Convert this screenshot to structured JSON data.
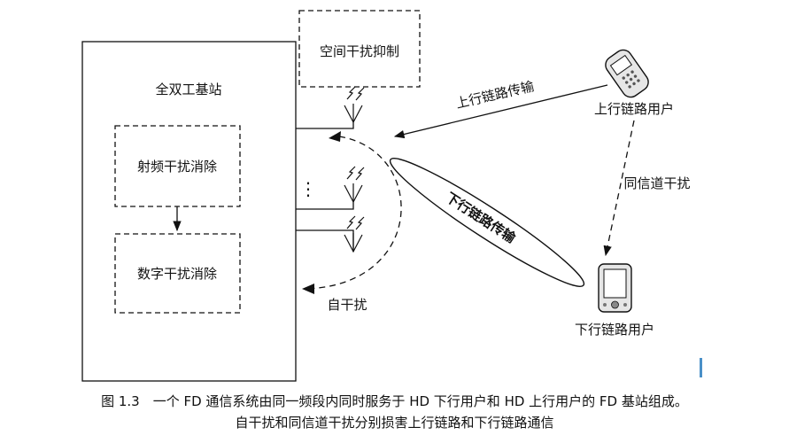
{
  "diagram": {
    "base_station": "全双工基站",
    "rf_cancel": "射频干扰消除",
    "digital_cancel": "数字干扰消除",
    "spatial_suppression": "空间干扰抑制",
    "uplink_transmission": "上行链路传输",
    "uplink_user": "上行链路用户",
    "co_channel_interference": "同信道干扰",
    "downlink_transmission": "下行链路传输",
    "downlink_user": "下行链路用户",
    "self_interference": "自干扰",
    "ellipsis": "⋮"
  },
  "caption": {
    "line1": "图 1.3　一个 FD 通信系统由同一频段内同时服务于 HD 下行用户和 HD 上行用户的 FD 基站组成。",
    "line2": "自干扰和同信道干扰分别损害上行链路和下行链路通信"
  }
}
